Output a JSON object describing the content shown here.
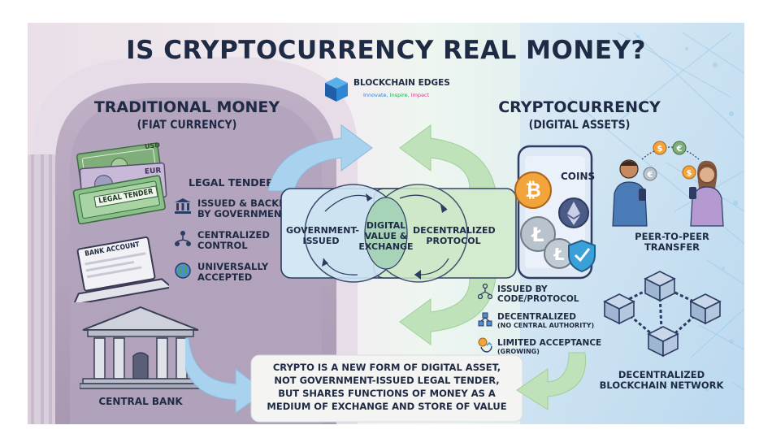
{
  "title": "IS CRYPTOCURRENCY REAL MONEY?",
  "brand": {
    "name": "BLOCKCHAIN EDGES",
    "tagline_parts": [
      "Innovate, ",
      "Inspire, ",
      "Impact"
    ],
    "tagline_colors": [
      "#2b7fd6",
      "#2aa35a",
      "#d43c8a"
    ]
  },
  "traditional": {
    "heading": "TRADITIONAL MONEY",
    "subheading": "(FIAT CURRENCY)",
    "legal_tender_title": "LEGAL TENDER",
    "banknote_usd": "USD",
    "banknote_eur": "EUR",
    "banknote_label": "LEGAL TENDER",
    "laptop_label": "BANK ACCOUNT",
    "features": [
      {
        "icon": "bank-icon",
        "line1": "ISSUED & BACKED",
        "line2": "BY GOVERNMENT"
      },
      {
        "icon": "network-icon",
        "line1": "CENTRALIZED",
        "line2": "CONTROL"
      },
      {
        "icon": "globe-icon",
        "line1": "UNIVERSALLY",
        "line2": "ACCEPTED"
      }
    ],
    "central_bank_label": "CENTRAL BANK"
  },
  "center": {
    "left_circle": [
      "GOVERNMENT-",
      "ISSUED"
    ],
    "middle": [
      "DIGITAL",
      "VALUE &",
      "EXCHANGE"
    ],
    "right_circle": [
      "DECENTRALIZED",
      "PROTOCOL"
    ]
  },
  "crypto": {
    "heading": "CRYPTOCURRENCY",
    "subheading": "(DIGITAL ASSETS)",
    "coins_label": "COINS",
    "p2p": [
      "PEER-TO-PEER",
      "TRANSFER"
    ],
    "features": [
      {
        "icon": "code-icon",
        "line1": "ISSUED BY",
        "line2": "CODE/PROTOCOL"
      },
      {
        "icon": "nodes-icon",
        "line1": "DECENTRALIZED",
        "line2": "(NO CENTRAL AUTHORITY)"
      },
      {
        "icon": "limited-icon",
        "line1": "LIMITED ACCEPTANCE",
        "line2": "(GROWING)"
      }
    ],
    "network_label": [
      "DECENTRALIZED",
      "BLOCKCHAIN NETWORK"
    ]
  },
  "conclusion": [
    "CRYPTO IS A NEW FORM OF DIGITAL ASSET,",
    "NOT GOVERNMENT-ISSUED LEGAL TENDER,",
    "BUT SHARES FUNCTIONS OF MONEY AS A",
    "MEDIUM OF EXCHANGE AND STORE OF VALUE"
  ],
  "colors": {
    "navy": "#1f2a44",
    "left_bg": "#c9bccf",
    "right_bg": "#c7dff0",
    "arrow_blue": "#9cc9ea",
    "arrow_green": "#b8dfb4",
    "bitcoin": "#f2a33a",
    "litecoin": "#b9c3cc",
    "ethereum": "#4c5b86",
    "shield": "#3b9fd8"
  }
}
